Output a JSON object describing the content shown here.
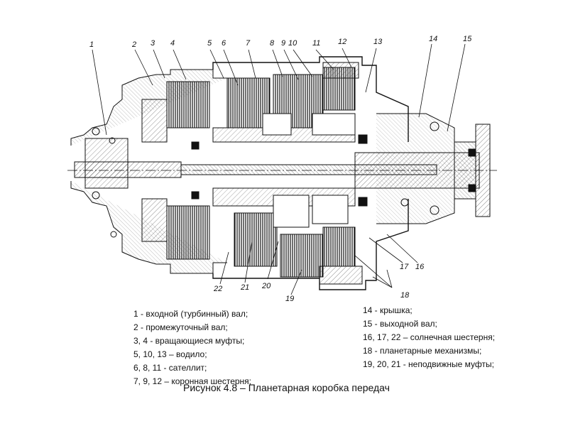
{
  "figure": {
    "callouts": [
      "1",
      "2",
      "3",
      "4",
      "5",
      "6",
      "7",
      "8",
      "9",
      "10",
      "11",
      "12",
      "13",
      "14",
      "15",
      "16",
      "17",
      "18",
      "19",
      "20",
      "21",
      "22"
    ],
    "legend_left": [
      "1 - входной (турбинный) вал;",
      "2 - промежуточный вал;",
      "3, 4 - вращающиеся муфты;",
      "5, 10, 13 – водило;",
      "6, 8, 11 - сателлит;",
      "7, 9, 12 – коронная  шестерня;"
    ],
    "legend_right": [
      "14 - крышка;",
      "15 - выходной вал;",
      "16, 17, 22 – солнечная  шестерня;",
      "18 - планетарные механизмы;",
      "19, 20, 21 - неподвижные муфты;"
    ],
    "caption": "Рисунок 4.8 – Планетарная коробка передач"
  }
}
